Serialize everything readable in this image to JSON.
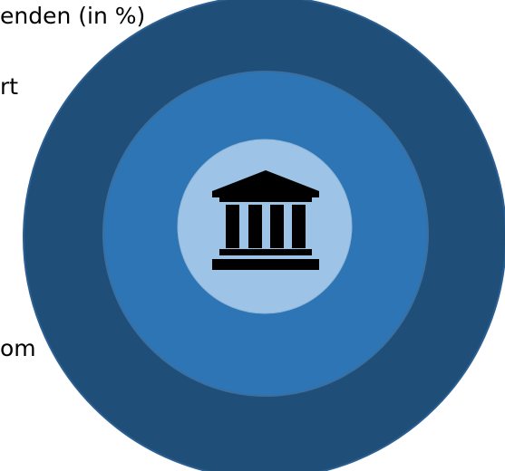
{
  "title": "enden (in %)",
  "labels": {
    "top": "rt",
    "bottom": "om"
  },
  "colors": {
    "outer_ring": "#1f4e79",
    "middle_ring": "#2e75b6",
    "inner_circle": "#9dc3e6",
    "icon": "#000000"
  },
  "icon": "bank-building-icon"
}
